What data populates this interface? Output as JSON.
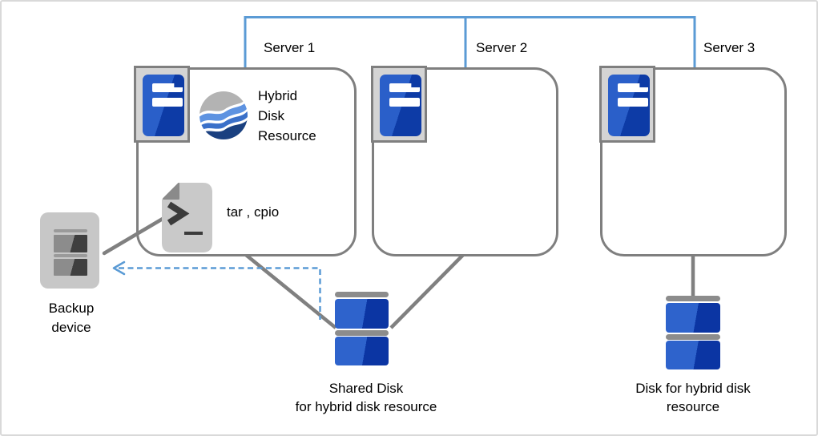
{
  "diagram": {
    "type": "cluster-architecture",
    "servers": [
      {
        "label": "Server 1"
      },
      {
        "label": "Server 2"
      },
      {
        "label": "Server 3"
      }
    ],
    "server1_contents": {
      "hybrid_resource_lines": [
        "Hybrid",
        "Disk",
        "Resource"
      ],
      "backup_tools_label": "tar , cpio"
    },
    "backup_device": {
      "lines": [
        "Backup",
        "device"
      ]
    },
    "shared_disk": {
      "lines": [
        "Shared Disk",
        "for hybrid disk resource"
      ]
    },
    "hybrid_disk": {
      "lines": [
        "Disk for hybrid disk",
        "resource"
      ]
    },
    "connections": {
      "network": "interconnect line joining Server 1, Server 2, Server 3",
      "disk_links": "Server 1 and Server 2 to Shared Disk; Server 3 to Disk for hybrid disk resource",
      "backup_flow": "dashed arrow from shared disk path to Backup device via tar/cpio on Server 1"
    },
    "colors": {
      "network_line": "#5B9BD5",
      "connector_line": "#808080",
      "box_border": "#7F7F7F",
      "server_blue_light": "#2A5FC9",
      "server_blue_dark": "#0D3BA6",
      "disk_blue_light": "#2E63CC",
      "disk_blue_dark": "#0B35A3",
      "device_gray": "#C7C7C7"
    }
  }
}
